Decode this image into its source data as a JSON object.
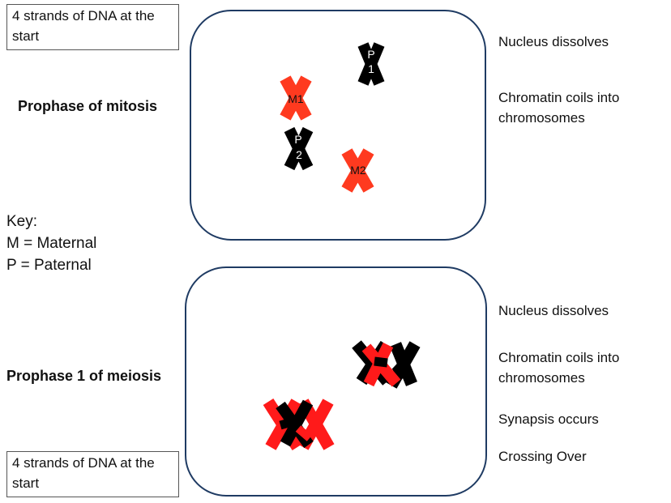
{
  "notes": {
    "top": [
      "4 strands of DNA at the",
      "start"
    ],
    "bottom": [
      "4 strands of DNA at the",
      "start"
    ]
  },
  "panels": {
    "mitosis": {
      "title": "Prophase of mitosis",
      "steps": [
        "Nucleus dissolves",
        "Chromatin coils into",
        "chromosomes"
      ],
      "chromosomes": [
        {
          "label_top": "P",
          "label_bottom": "1",
          "kind": "paternal"
        },
        {
          "label": "M1",
          "kind": "maternal"
        },
        {
          "label_top": "P",
          "label_bottom": "2",
          "kind": "paternal"
        },
        {
          "label": "M2",
          "kind": "maternal"
        }
      ]
    },
    "meiosis": {
      "title": "Prophase 1 of meiosis",
      "steps": [
        "Nucleus dissolves",
        "Chromatin coils into",
        "chromosomes",
        "Synapsis occurs",
        "Crossing Over"
      ]
    }
  },
  "key": {
    "title": "Key:",
    "maternal": "M = Maternal",
    "paternal": "P = Paternal"
  },
  "colors": {
    "maternal": "#ff3a1f",
    "maternal_meiosis": "#ff1a1a",
    "paternal": "#000000",
    "border": "#1f3b63"
  }
}
